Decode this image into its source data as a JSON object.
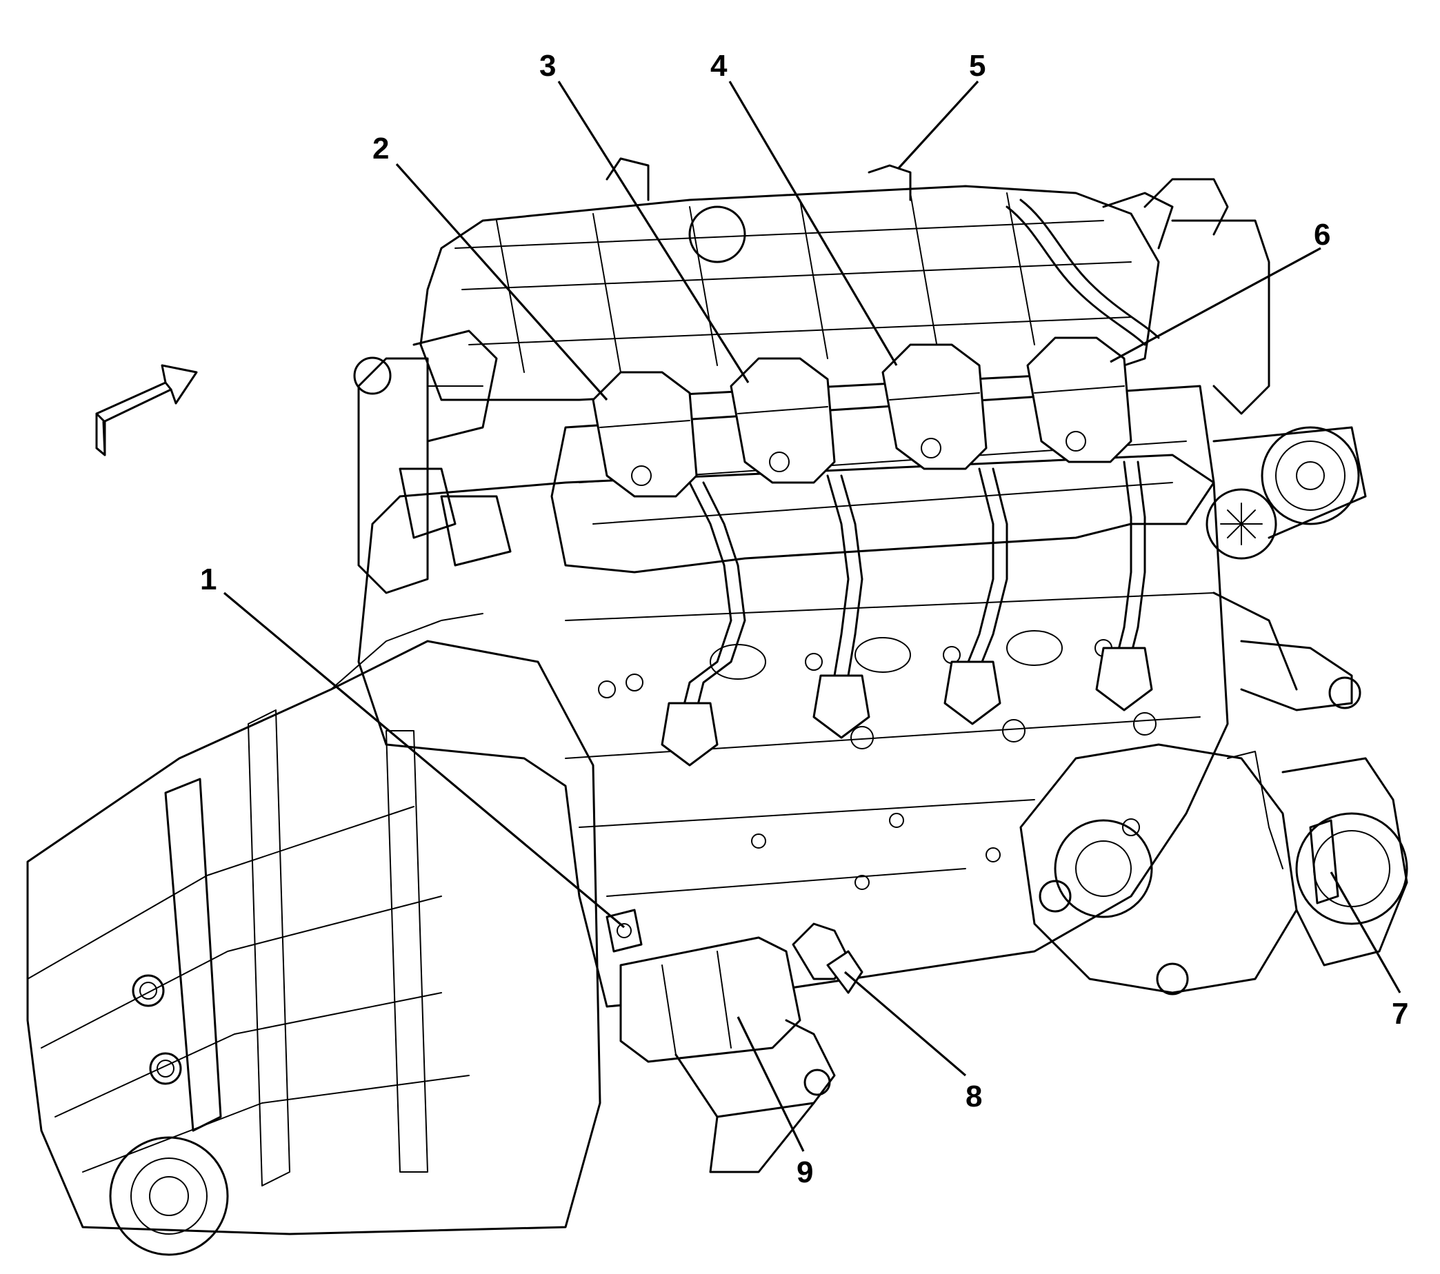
{
  "callouts": [
    {
      "id": "1",
      "label": "1"
    },
    {
      "id": "2",
      "label": "2"
    },
    {
      "id": "3",
      "label": "3"
    },
    {
      "id": "4",
      "label": "4"
    },
    {
      "id": "5",
      "label": "5"
    },
    {
      "id": "6",
      "label": "6"
    },
    {
      "id": "7",
      "label": "7"
    },
    {
      "id": "8",
      "label": "8"
    },
    {
      "id": "9",
      "label": "9"
    }
  ],
  "icons": {
    "direction_arrow": "front-direction-arrow-icon"
  }
}
